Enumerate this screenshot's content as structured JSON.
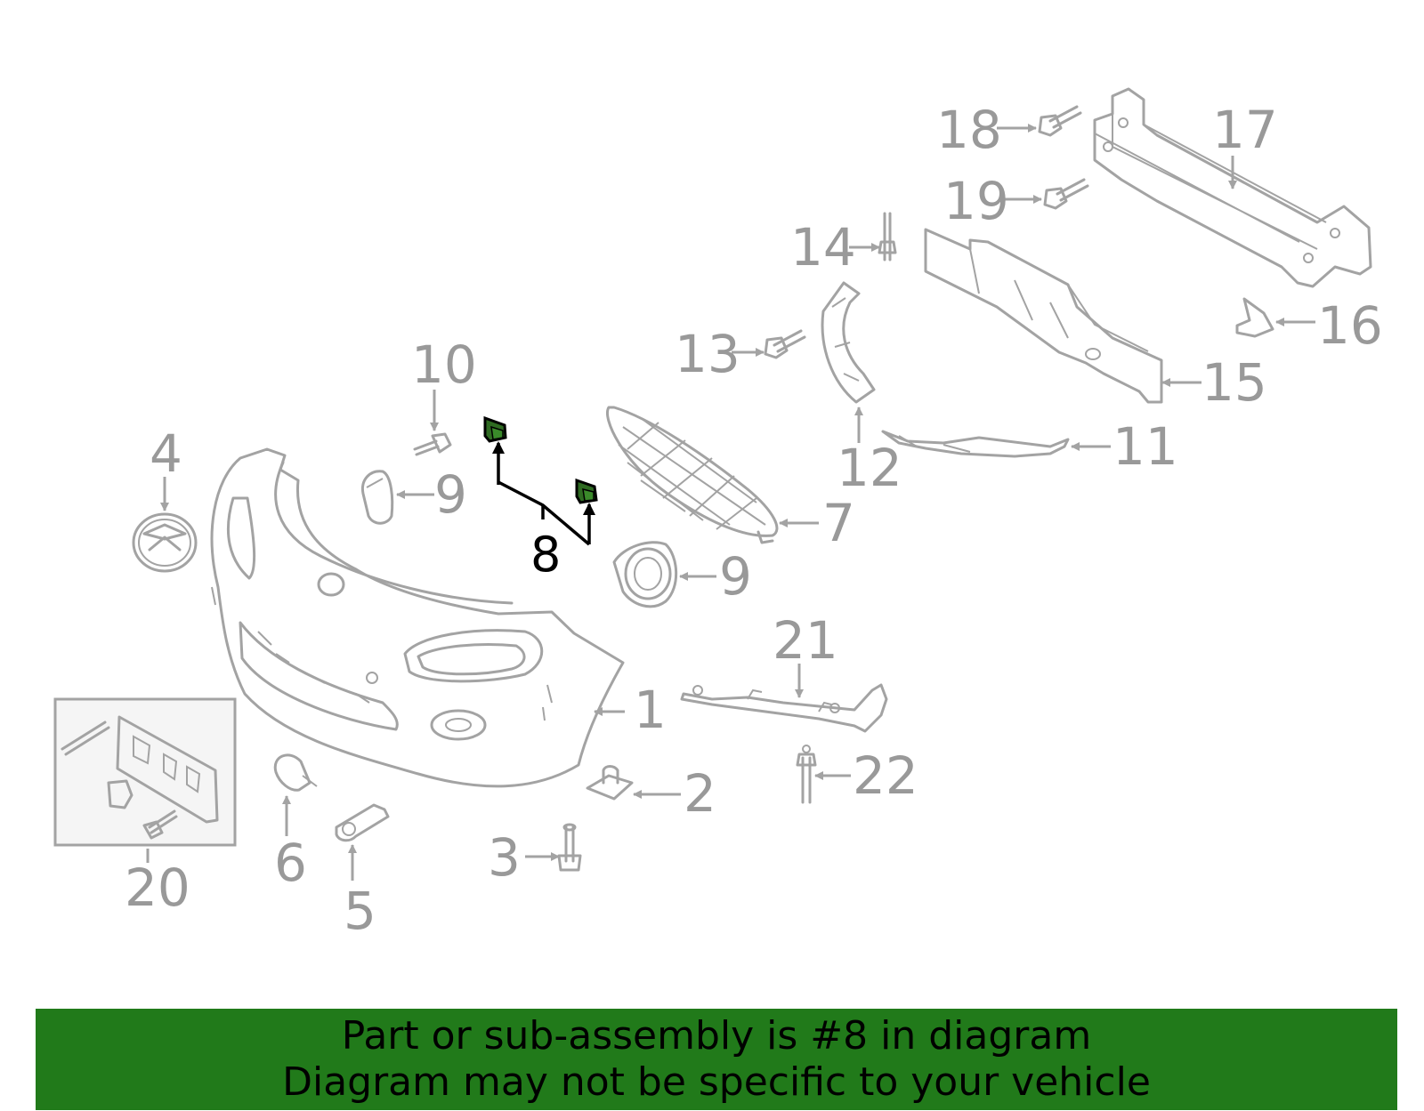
{
  "callouts": {
    "c1": "1",
    "c2": "2",
    "c3": "3",
    "c4": "4",
    "c5": "5",
    "c6": "6",
    "c7": "7",
    "c8": "8",
    "c9a": "9",
    "c9b": "9",
    "c10": "10",
    "c11": "11",
    "c12": "12",
    "c13": "13",
    "c14": "14",
    "c15": "15",
    "c16": "16",
    "c17": "17",
    "c18": "18",
    "c19": "19",
    "c20": "20",
    "c21": "21",
    "c22": "22"
  },
  "highlight": {
    "part": "8",
    "color": "#217a1a"
  },
  "banner": {
    "line1": "Part or sub-assembly is #8 in diagram",
    "line2": "Diagram may not be specific to your vehicle"
  },
  "colors": {
    "linework": "#a3a3a3",
    "highlight_fill": "#2f6b22",
    "banner_bg": "#217a1a"
  }
}
